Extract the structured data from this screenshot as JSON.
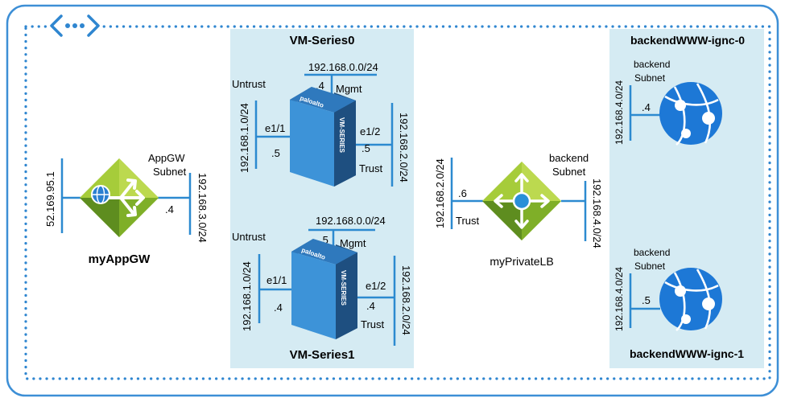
{
  "colors": {
    "frame": "#3d8fd6",
    "dots": "#2f86d0",
    "panel": "#d5ebf3",
    "line": "#2c8ad0",
    "green_light": "#a6cc3a",
    "green_dark": "#5e8d1f",
    "vm_face": "#3d93d8",
    "vm_dark": "#1f5c96",
    "globe": "#1d78d6",
    "text": "#1a1a1a"
  },
  "vm0": {
    "title": "VM-Series0",
    "mgmt_subnet": "192.168.0.0/24",
    "mgmt_ip": ".4",
    "mgmt_label": "Mgmt",
    "untrust_label": "Untrust",
    "untrust_subnet": "192.168.1.0/24",
    "e11": "e1/1",
    "e11_ip": ".5",
    "e12": "e1/2",
    "e12_ip": ".5",
    "trust_label": "Trust",
    "trust_subnet": "192.168.2.0/24",
    "brand": "paloalto",
    "series": "VM-SERIES"
  },
  "vm1": {
    "title": "VM-Series1",
    "mgmt_subnet": "192.168.0.0/24",
    "mgmt_ip": ".5",
    "mgmt_label": "Mgmt",
    "untrust_label": "Untrust",
    "untrust_subnet": "192.168.1.0/24",
    "e11": "e1/1",
    "e11_ip": ".4",
    "e12": "e1/2",
    "e12_ip": ".4",
    "trust_label": "Trust",
    "trust_subnet": "192.168.2.0/24",
    "brand": "paloalto",
    "series": "VM-SERIES"
  },
  "appgw": {
    "name": "myAppGW",
    "public_ip": "52.169.95.1",
    "subnet_label_1": "AppGW",
    "subnet_label_2": "Subnet",
    "ip": ".4",
    "subnet": "192.168.3.0/24"
  },
  "lb": {
    "name": "myPrivateLB",
    "trust_subnet": "192.168.2.0/24",
    "trust_ip": ".6",
    "trust_label": "Trust",
    "backend_label_1": "backend",
    "backend_label_2": "Subnet",
    "backend_subnet": "192.168.4.0/24"
  },
  "backend0": {
    "title": "backendWWW-ignc-0",
    "label_1": "backend",
    "label_2": "Subnet",
    "subnet": "192.168.4.0/24",
    "ip": ".4"
  },
  "backend1": {
    "title": "backendWWW-ignc-1",
    "label_1": "backend",
    "label_2": "Subnet",
    "subnet": "192.168.4.0/24",
    "ip": ".5"
  }
}
